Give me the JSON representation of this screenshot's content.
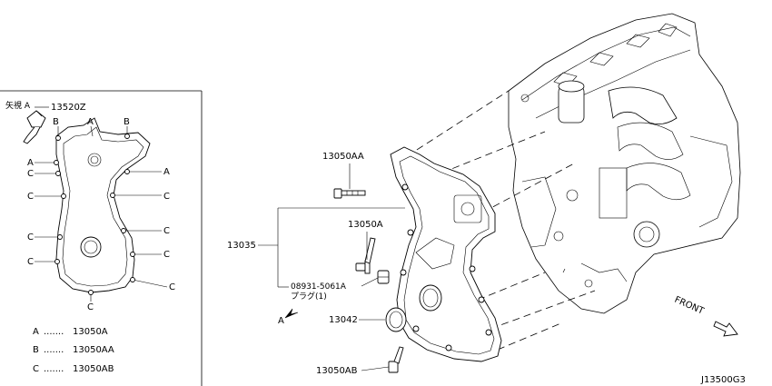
{
  "inset": {
    "arrow_view": "矢視 A",
    "part_sensor": "13520Z",
    "markers": {
      "a": "A",
      "b": "B",
      "c": "C"
    }
  },
  "legend": [
    {
      "code": "A",
      "part": "13050A"
    },
    {
      "code": "B",
      "part": "13050AA"
    },
    {
      "code": "C",
      "part": "13050AB"
    }
  ],
  "legend_dots": ".......",
  "callouts": {
    "bolt_aa": "13050AA",
    "bolt_a": "13050A",
    "cover": "13035",
    "plug_no": "08931-5061A",
    "plug_desc": "プラグ(1)",
    "seal": "13042",
    "bolt_ab": "13050AB",
    "view_a": "A"
  },
  "front_label": "FRONT",
  "diagram_code": "J13500G3"
}
